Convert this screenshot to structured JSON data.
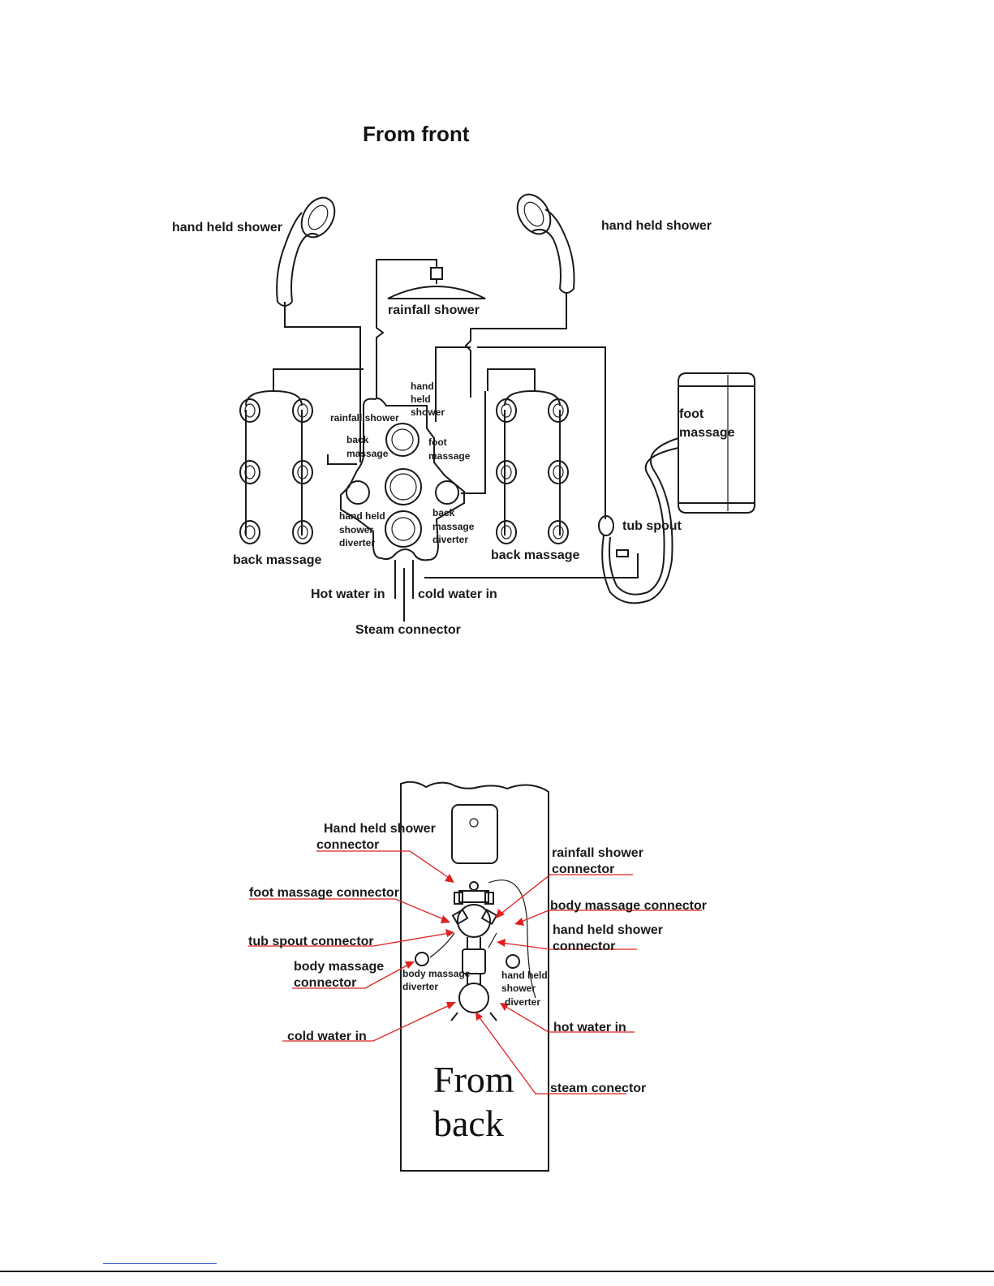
{
  "front": {
    "title": "From front",
    "labels": {
      "hand_held_shower_left": "hand held shower",
      "hand_held_shower_right": "hand held shower",
      "rainfall_shower": "rainfall shower",
      "hand_held_shower_port_1": "hand",
      "hand_held_shower_port_2": "held",
      "hand_held_shower_port_3": "shower",
      "rainfall_shower_port": "rainfall shower",
      "back_massage_port_1": "back",
      "back_massage_port_2": "massage",
      "foot_massage_port_1": "foot",
      "foot_massage_port_2": "massage",
      "foot_massage_1": "foot",
      "foot_massage_2": "massage",
      "hand_held_diverter_1": "hand held",
      "hand_held_diverter_2": "shower",
      "hand_held_diverter_3": "diverter",
      "back_massage_diverter_1": "back",
      "back_massage_diverter_2": "massage",
      "back_massage_diverter_3": "diverter",
      "back_massage_left": "back massage",
      "back_massage_right": "back massage",
      "tub_spout": "tub spout",
      "hot_water_in": "Hot water in",
      "cold_water_in": "cold water in",
      "steam_connector": "Steam connector"
    }
  },
  "back": {
    "title_line1": "From",
    "title_line2": "back",
    "labels": {
      "hand_held_connector_1": "Hand held shower",
      "hand_held_connector_2": "connector",
      "rainfall_connector_1": "rainfall shower",
      "rainfall_connector_2": "connector",
      "foot_massage_connector": "foot massage connector",
      "body_massage_connector_right": "body massage connector",
      "hand_held_connector_right_1": "hand held shower",
      "hand_held_connector_right_2": "connector",
      "tub_spout_connector": "tub spout connector",
      "body_massage_connector_left_1": "body massage",
      "body_massage_connector_left_2": "connector",
      "body_massage_diverter_1": "body massage",
      "body_massage_diverter_2": "diverter",
      "hand_held_diverter_1": "hand held",
      "hand_held_diverter_2": "shower",
      "hand_held_diverter_3": "diverter",
      "cold_water_in": "cold water in",
      "hot_water_in": "hot water in",
      "steam_connector": "steam conector"
    }
  }
}
